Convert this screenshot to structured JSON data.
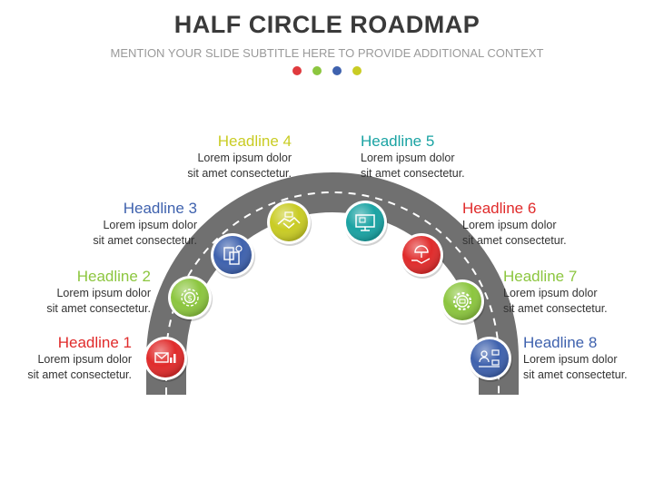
{
  "title": "HALF CIRCLE ROADMAP",
  "subtitle": "MENTION YOUR SLIDE SUBTITLE HERE TO PROVIDE ADDITIONAL CONTEXT",
  "accent_dots": [
    "#e03a3e",
    "#8cc63f",
    "#3f62ae",
    "#c9cc24"
  ],
  "milestones": [
    {
      "headline": "Headline 1",
      "line1": "Lorem ipsum dolor",
      "line2": "sit amet consectetur.",
      "color": "#e02b2b",
      "icon": "mail-chart-icon"
    },
    {
      "headline": "Headline 2",
      "line1": "Lorem ipsum dolor",
      "line2": "sit amet consectetur.",
      "color": "#8cc63f",
      "icon": "money-gear-icon"
    },
    {
      "headline": "Headline 3",
      "line1": "Lorem ipsum dolor",
      "line2": "sit amet consectetur.",
      "color": "#3f62ae",
      "icon": "documents-icon"
    },
    {
      "headline": "Headline 4",
      "line1": "Lorem ipsum dolor",
      "line2": "sit amet consectetur.",
      "color": "#c9cc24",
      "icon": "handshake-icon"
    },
    {
      "headline": "Headline 5",
      "line1": "Lorem ipsum dolor",
      "line2": "sit amet consectetur.",
      "color": "#1aa3a3",
      "icon": "monitor-icon"
    },
    {
      "headline": "Headline 6",
      "line1": "Lorem ipsum dolor",
      "line2": "sit amet consectetur.",
      "color": "#e02b2b",
      "icon": "hand-umbrella-icon"
    },
    {
      "headline": "Headline 7",
      "line1": "Lorem ipsum dolor",
      "line2": "sit amet consectetur.",
      "color": "#8cc63f",
      "icon": "gear-icon"
    },
    {
      "headline": "Headline 8",
      "line1": "Lorem ipsum dolor",
      "line2": "sit amet consectetur.",
      "color": "#3f62ae",
      "icon": "people-chart-icon"
    }
  ]
}
